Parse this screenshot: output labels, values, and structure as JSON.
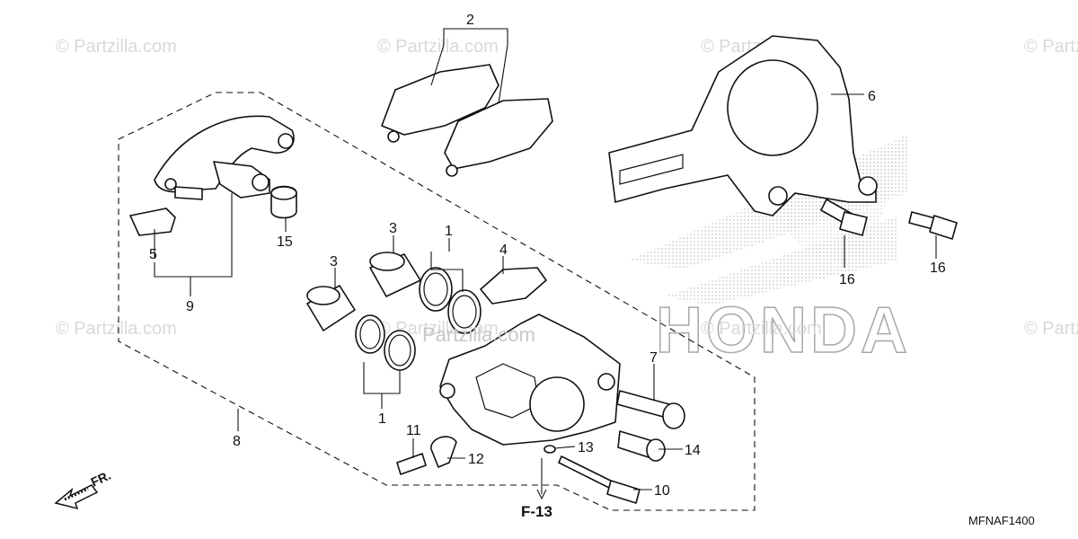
{
  "diagram": {
    "watermarks": [
      "© Partzilla.com",
      "© Partzilla.com",
      "© Partzilla.com",
      "© Partzilla.com",
      "© Partzilla.com",
      "© Partzilla.com",
      "© Partzilla.com",
      "© Partzilla.com"
    ],
    "center_watermark": "Partzilla.com",
    "brand_mark": "HONDA",
    "callouts": {
      "c1a": "1",
      "c1b": "1",
      "c2": "2",
      "c3a": "3",
      "c3b": "3",
      "c4": "4",
      "c5": "5",
      "c6": "6",
      "c7": "7",
      "c8": "8",
      "c9": "9",
      "c10": "10",
      "c11": "11",
      "c12": "12",
      "c13": "13",
      "c14": "14",
      "c15": "15",
      "c16a": "16",
      "c16b": "16"
    },
    "reference_label": "F-13",
    "direction_label": "FR.",
    "diagram_code": "MFNAF1400"
  }
}
